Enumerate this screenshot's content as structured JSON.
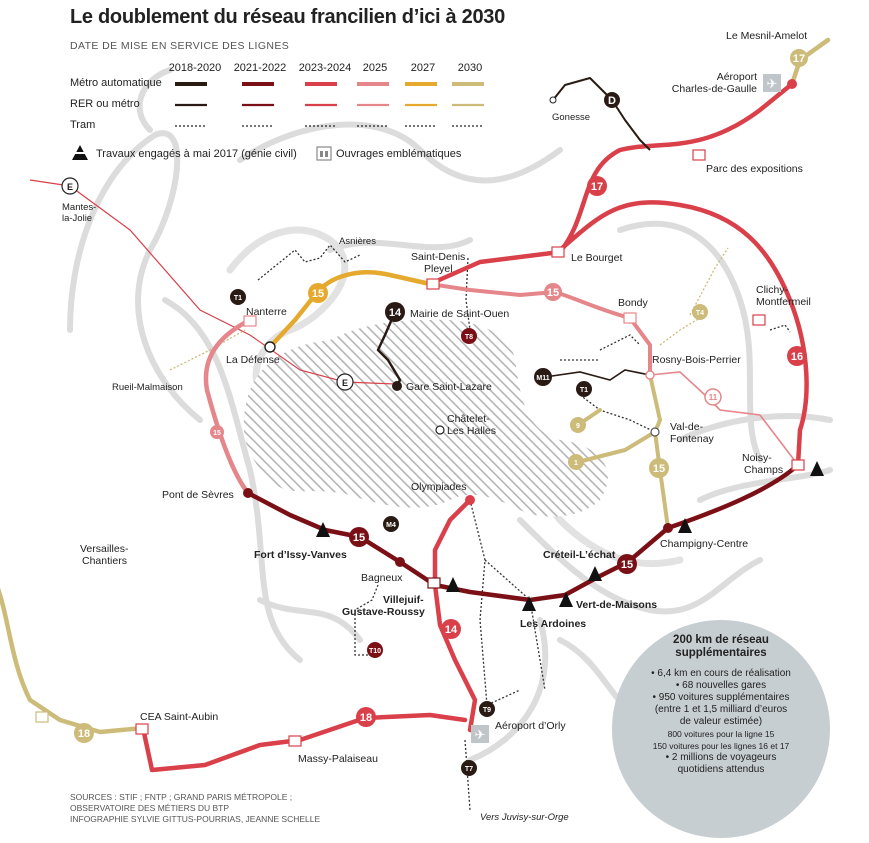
{
  "title": "Le doublement du réseau francilien d’ici à 2030",
  "subtitle": "DATE DE MISE EN SERVICE DES LIGNES",
  "legend": {
    "years": [
      {
        "label": "2018-2020",
        "color": "#2a1a14"
      },
      {
        "label": "2021-2022",
        "color": "#7a1016"
      },
      {
        "label": "2023-2024",
        "color": "#d9404a"
      },
      {
        "label": "2025",
        "color": "#e5868a"
      },
      {
        "label": "2027",
        "color": "#e5a92d"
      },
      {
        "label": "2030",
        "color": "#cdbb7a"
      }
    ],
    "rows": [
      "Métro automatique",
      "RER ou métro",
      "Tram"
    ],
    "works_note": "Travaux engagés à mai 2017 (génie civil)",
    "structures_note": "Ouvrages emblématiques"
  },
  "lines": {
    "l14": "14",
    "l15": "15",
    "l16": "16",
    "l17": "17",
    "l18": "18",
    "t1": "T1",
    "t4": "T4",
    "t8": "T8",
    "t9": "T9",
    "t7": "T7",
    "t10": "T10",
    "m11": "M11",
    "m4": "M4",
    "rer_d": "D",
    "rer_e": "E",
    "l11": "11",
    "l9": "9",
    "l1": "1"
  },
  "stations": {
    "mesnil": "Le Mesnil-Amelot",
    "cdg": "Aéroport\nCharles-de-Gaulle",
    "cdg1": "Aéroport",
    "cdg2": "Charles-de-Gaulle",
    "gonesse": "Gonesse",
    "parc": "Parc des expositions",
    "bourget": "Le Bourget",
    "mantes1": "Mantes-",
    "mantes2": "la-Jolie",
    "asnieres": "Asnières",
    "saint_denis1": "Saint-Denis",
    "saint_denis2": "Pleyel",
    "nanterre": "Nanterre",
    "mairie_so": "Mairie de Saint-Ouen",
    "bondy": "Bondy",
    "clichy1": "Clichy-",
    "clichy2": "Montfermeil",
    "defense": "La Défense",
    "rosny": "Rosny-Bois-Perrier",
    "rueil": "Rueil-Malmaison",
    "st_lazare": "Gare Saint-Lazare",
    "chatelet1": "Châtelet-",
    "chatelet2": "Les Halles",
    "val1": "Val-de-",
    "val2": "Fontenay",
    "noisy1": "Noisy-",
    "noisy2": "Champs",
    "olympiades": "Olympiades",
    "sevres": "Pont de Sèvres",
    "champigny": "Champigny-Centre",
    "issy": "Fort d’Issy-Vanves",
    "creteil": "Créteil-L’échat",
    "versailles1": "Versailles-",
    "versailles2": "Chantiers",
    "bagneux": "Bagneux",
    "villejuif1": "Villejuif-",
    "villejuif2": "Gustave-Roussy",
    "vert": "Vert-de-Maisons",
    "ardoines": "Les Ardoines",
    "cea": "CEA Saint-Aubin",
    "orly": "Aéroport d’Orly",
    "massy": "Massy-Palaiseau",
    "juvisy": "Vers Juvisy-sur-Orge"
  },
  "sources": {
    "line1": "SOURCES : STIF ; FNTP ; GRAND PARIS MÉTROPOLE ;",
    "line2": "OBSERVATOIRE DES MÉTIERS DU BTP",
    "line3": "INFOGRAPHIE SYLVIE GITTUS-POURRIAS, JEANNE SCHELLE"
  },
  "summary": {
    "title1": "200 km de réseau",
    "title2": "supplémentaires",
    "items": [
      "• 6,4 km en cours de réalisation",
      "• 68 nouvelles gares",
      "• 950 voitures supplémentaires",
      "(entre 1 et 1,5 milliard d’euros",
      "de valeur estimée)"
    ],
    "small1": "800 voitures pour la ligne 15",
    "small2": "150 voitures pour les lignes 16 et 17",
    "last1": "• 2 millions de voyageurs",
    "last2": "quotidiens attendus"
  },
  "colors": {
    "c2018": "#2a1a14",
    "c2021": "#7a1016",
    "c2023": "#d9404a",
    "c2025": "#e5868a",
    "c2027": "#e5a92d",
    "c2030": "#cdbb7a",
    "grey": "#d6d6d6",
    "hatch": "#bdbdbd",
    "rer": "#d9404a"
  }
}
